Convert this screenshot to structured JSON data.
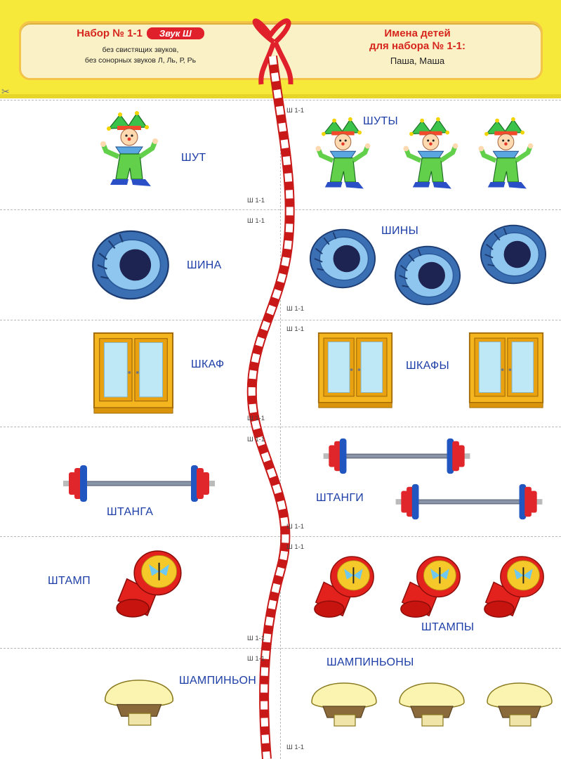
{
  "header": {
    "set_title": "Набор № 1-1",
    "sound_badge": "Звук Ш",
    "note_line1": "без свистящих звуков,",
    "note_line2": "без сонорных звуков Л, Ль, Р, Рь",
    "names_title_line1": "Имена детей",
    "names_title_line2": "для набора № 1-1:",
    "names": "Паша, Маша"
  },
  "card_code": "Ш 1-1",
  "rows": [
    {
      "single": "ШУТ",
      "plural": "ШУТЫ",
      "icon": "jester-icon"
    },
    {
      "single": "ШИНА",
      "plural": "ШИНЫ",
      "icon": "tire-icon"
    },
    {
      "single": "ШКАФ",
      "plural": "ШКАФЫ",
      "icon": "wardrobe-icon"
    },
    {
      "single": "ШТАНГА",
      "plural": "ШТАНГИ",
      "icon": "barbell-icon"
    },
    {
      "single": "ШТАМП",
      "plural": "ШТАМПЫ",
      "icon": "stamp-icon"
    },
    {
      "single": "ШАМПИНЬОН",
      "plural": "ШАМПИНЬОНЫ",
      "icon": "mushroom-icon"
    }
  ],
  "colors": {
    "header_band": "#f6e93a",
    "title_red": "#d6261d",
    "word_blue": "#1d3ea6",
    "rope_red": "#e0202a"
  }
}
